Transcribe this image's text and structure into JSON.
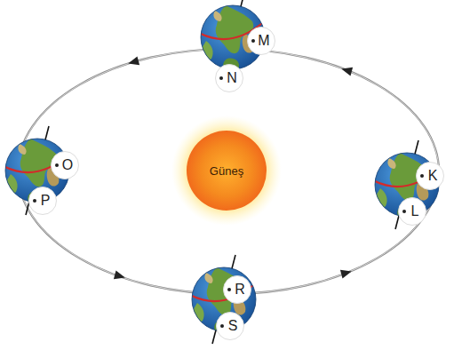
{
  "diagram": {
    "nodes": [
      {
        "text": [
          "M"
        ]
      },
      {
        "text": [
          "N"
        ]
      },
      {
        "text": [
          "O"
        ]
      },
      {
        "text": [
          "P"
        ]
      },
      {
        "text": [
          "Güneş"
        ]
      },
      {
        "text": [
          "K"
        ]
      },
      {
        "text": [
          "L"
        ]
      },
      {
        "text": [
          "R"
        ]
      },
      {
        "text": [
          "S"
        ]
      }
    ]
  }
}
